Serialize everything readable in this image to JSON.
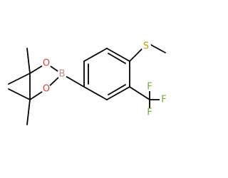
{
  "molecule": {
    "atoms": {
      "boron": "B",
      "oxygen_top": "O",
      "oxygen_bottom": "O",
      "sulfur": "S",
      "fluorine_right": "F",
      "fluorine_top": "F",
      "fluorine_bottom": "F"
    },
    "colors": {
      "bond": "#000000",
      "boron": "#C48A8A",
      "oxygen": "#E53935",
      "sulfur": "#B8A000",
      "fluorine": "#6BAF3A"
    }
  }
}
